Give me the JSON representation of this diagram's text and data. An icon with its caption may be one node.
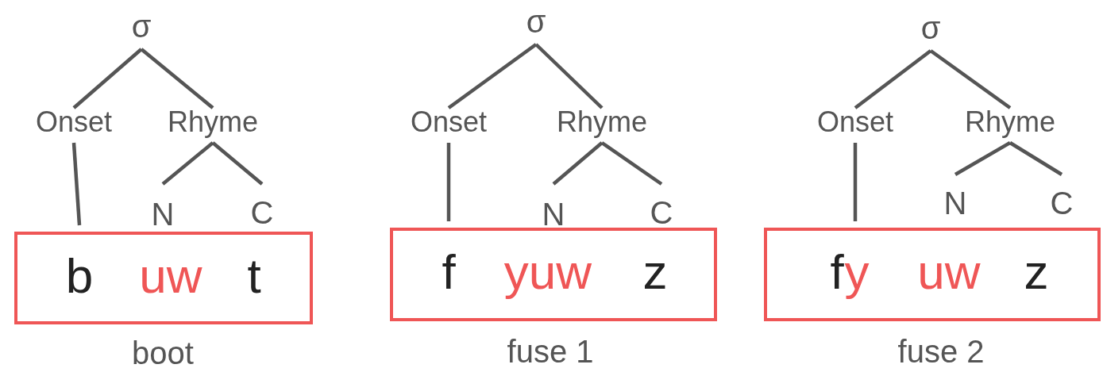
{
  "diagram": {
    "nodes": [
      {
        "text": [
          "σ"
        ]
      },
      {
        "text": [
          "Onset"
        ]
      },
      {
        "text": [
          "Rhyme"
        ]
      },
      {
        "text": [
          "N"
        ]
      },
      {
        "text": [
          "C"
        ]
      },
      {
        "text": [
          "b",
          "uw",
          "t"
        ],
        "beside": [
          "boot"
        ]
      },
      {
        "text": [
          "σ"
        ]
      },
      {
        "text": [
          "Onset"
        ]
      },
      {
        "text": [
          "Rhyme"
        ]
      },
      {
        "text": [
          "N"
        ]
      },
      {
        "text": [
          "C"
        ]
      },
      {
        "text": [
          "f",
          "yuw",
          "z"
        ],
        "beside": [
          "fuse 1"
        ]
      },
      {
        "text": [
          "σ"
        ]
      },
      {
        "text": [
          "Onset"
        ]
      },
      {
        "text": [
          "Rhyme"
        ]
      },
      {
        "text": [
          "N"
        ]
      },
      {
        "text": [
          "C"
        ]
      },
      {
        "text": [
          "f",
          "y",
          "uw",
          "z"
        ],
        "beside": [
          "fuse 2"
        ]
      }
    ],
    "edges": [
      {
        "from": 0,
        "to": 1,
        "arrow": "none"
      },
      {
        "from": 0,
        "to": 2,
        "arrow": "none"
      },
      {
        "from": 2,
        "to": 3,
        "arrow": "none"
      },
      {
        "from": 2,
        "to": 4,
        "arrow": "none"
      },
      {
        "from": 1,
        "to": 5,
        "arrow": "none"
      },
      {
        "from": 6,
        "to": 7,
        "arrow": "none"
      },
      {
        "from": 6,
        "to": 8,
        "arrow": "none"
      },
      {
        "from": 8,
        "to": 9,
        "arrow": "none"
      },
      {
        "from": 8,
        "to": 10,
        "arrow": "none"
      },
      {
        "from": 7,
        "to": 11,
        "arrow": "none"
      },
      {
        "from": 12,
        "to": 13,
        "arrow": "none"
      },
      {
        "from": 12,
        "to": 14,
        "arrow": "none"
      },
      {
        "from": 14,
        "to": 15,
        "arrow": "none"
      },
      {
        "from": 14,
        "to": 16,
        "arrow": "none"
      },
      {
        "from": 13,
        "to": 17,
        "arrow": "none"
      }
    ]
  }
}
